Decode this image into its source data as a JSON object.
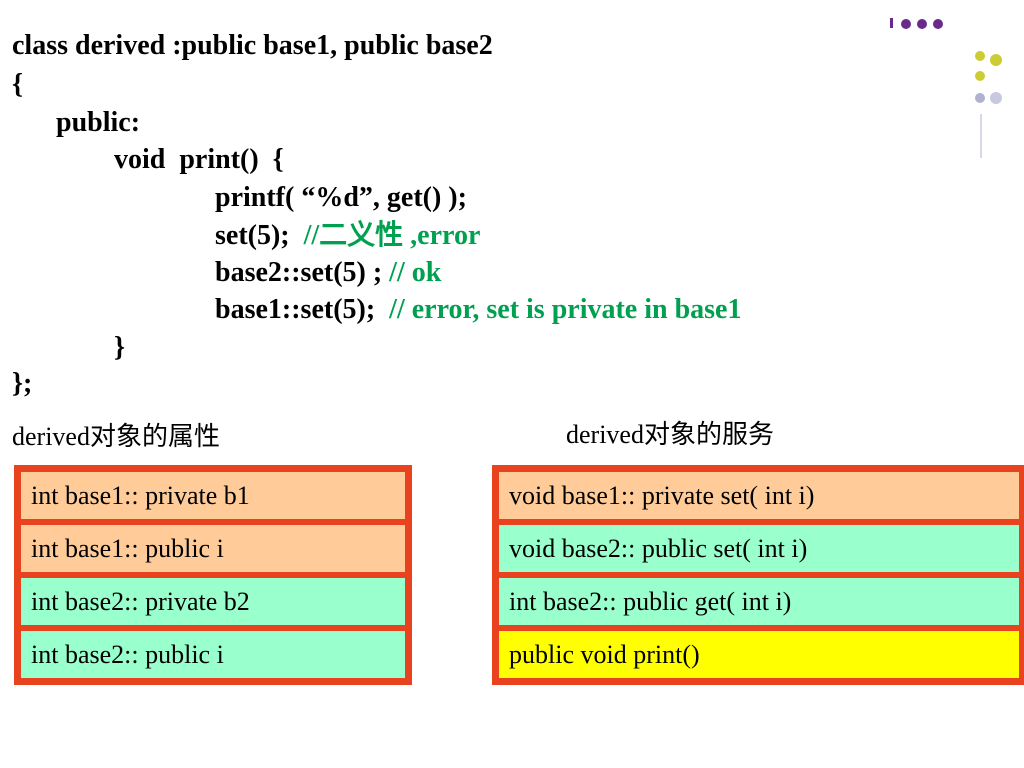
{
  "code": {
    "line1": "class derived :public base1, public base2",
    "line2": "{",
    "line3": "public:",
    "line4": "void  print()  {",
    "line5": "printf( “%d”, get() );",
    "line6_code": "set(5);  ",
    "line6_comment": "//二义性 ,error",
    "line7_code": "base2::set(5) ; ",
    "line7_comment": "// ok",
    "line8_code": "base1::set(5);  ",
    "line8_comment": "// error, set is private in base1",
    "line9": "}",
    "line10": "};"
  },
  "attributes": {
    "title": "derived对象的属性",
    "rows": [
      "int base1:: private b1",
      "int base1:: public i",
      "int base2:: private b2",
      "int base2:: public i"
    ]
  },
  "services": {
    "title": "derived对象的服务",
    "rows": [
      "void base1:: private set( int i)",
      "void base2:: public set( int i)",
      "int base2:: public get( int i)",
      "public void print()"
    ]
  },
  "colors": {
    "peach": "#ffcc99",
    "mint": "#99ffcc",
    "yellow": "#ffff00",
    "border": "#e8421e",
    "comment": "#00a050"
  }
}
